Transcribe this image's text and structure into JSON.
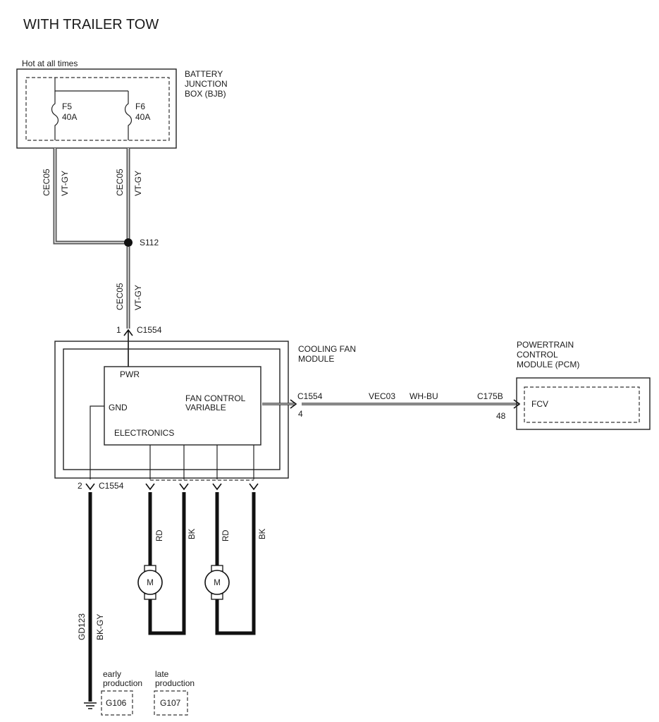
{
  "title": "WITH TRAILER TOW",
  "bjb": {
    "hot_label": "Hot at all times",
    "name_lines": [
      "BATTERY",
      "JUNCTION",
      "BOX (BJB)"
    ],
    "fuses": [
      {
        "id": "F5",
        "rating": "40A"
      },
      {
        "id": "F6",
        "rating": "40A"
      }
    ]
  },
  "wires": {
    "cec05_left": {
      "circuit": "CEC05",
      "color": "VT-GY"
    },
    "cec05_right": {
      "circuit": "CEC05",
      "color": "VT-GY"
    },
    "cec05_main": {
      "circuit": "CEC05",
      "color": "VT-GY"
    },
    "vec03": {
      "circuit": "VEC03",
      "color": "WH-BU"
    },
    "gd123": {
      "circuit": "GD123",
      "color": "BK-GY"
    },
    "motor1_pos": "RD",
    "motor1_neg": "BK",
    "motor2_pos": "RD",
    "motor2_neg": "BK"
  },
  "splice": "S112",
  "connectors": {
    "c1554_pin1": {
      "pin": "1",
      "name": "C1554"
    },
    "c1554_pin4": {
      "pin": "4",
      "name": "C1554"
    },
    "c1554_pin2": {
      "pin": "2",
      "name": "C1554"
    },
    "c175b": {
      "pin": "48",
      "name": "C175B"
    }
  },
  "cooling_fan_module": {
    "name_lines": [
      "COOLING FAN",
      "MODULE"
    ],
    "pwr": "PWR",
    "gnd": "GND",
    "fan_control_lines": [
      "FAN CONTROL",
      "VARIABLE"
    ],
    "electronics": "ELECTRONICS"
  },
  "pcm": {
    "name_lines": [
      "POWERTRAIN",
      "CONTROL",
      "MODULE (PCM)"
    ],
    "pin_label": "FCV"
  },
  "motors": {
    "symbol": "M"
  },
  "grounds": {
    "early_lines": [
      "early",
      "production"
    ],
    "early_id": "G106",
    "late_lines": [
      "late",
      "production"
    ],
    "late_id": "G107"
  }
}
